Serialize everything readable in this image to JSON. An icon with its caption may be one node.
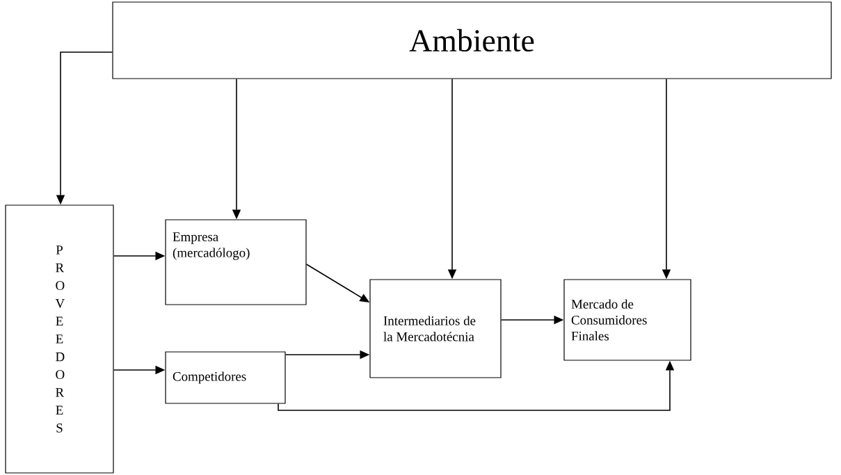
{
  "diagram": {
    "nodes": [
      {
        "text": [
          "Ambiente"
        ]
      },
      {
        "text": [
          "P R O V E E D O R E S"
        ]
      },
      {
        "text": [
          "Empresa (mercadólogo)"
        ]
      },
      {
        "text": [
          "Competidores"
        ]
      },
      {
        "text": [
          "Intermediarios de la Mercadotécnia"
        ]
      },
      {
        "text": [
          "Mercado de Consumidores Finales"
        ]
      }
    ],
    "edges": [
      {
        "from": 0,
        "to": 1,
        "arrow": "to"
      },
      {
        "from": 0,
        "to": 2,
        "arrow": "to"
      },
      {
        "from": 0,
        "to": 4,
        "arrow": "to"
      },
      {
        "from": 0,
        "to": 5,
        "arrow": "to"
      },
      {
        "from": 1,
        "to": 2,
        "arrow": "to"
      },
      {
        "from": 1,
        "to": 3,
        "arrow": "to"
      },
      {
        "from": 2,
        "to": 4,
        "arrow": "to"
      },
      {
        "from": 3,
        "to": 4,
        "arrow": "to"
      },
      {
        "from": 4,
        "to": 5,
        "arrow": "to"
      },
      {
        "from": 3,
        "to": 5,
        "arrow": "to"
      }
    ]
  }
}
